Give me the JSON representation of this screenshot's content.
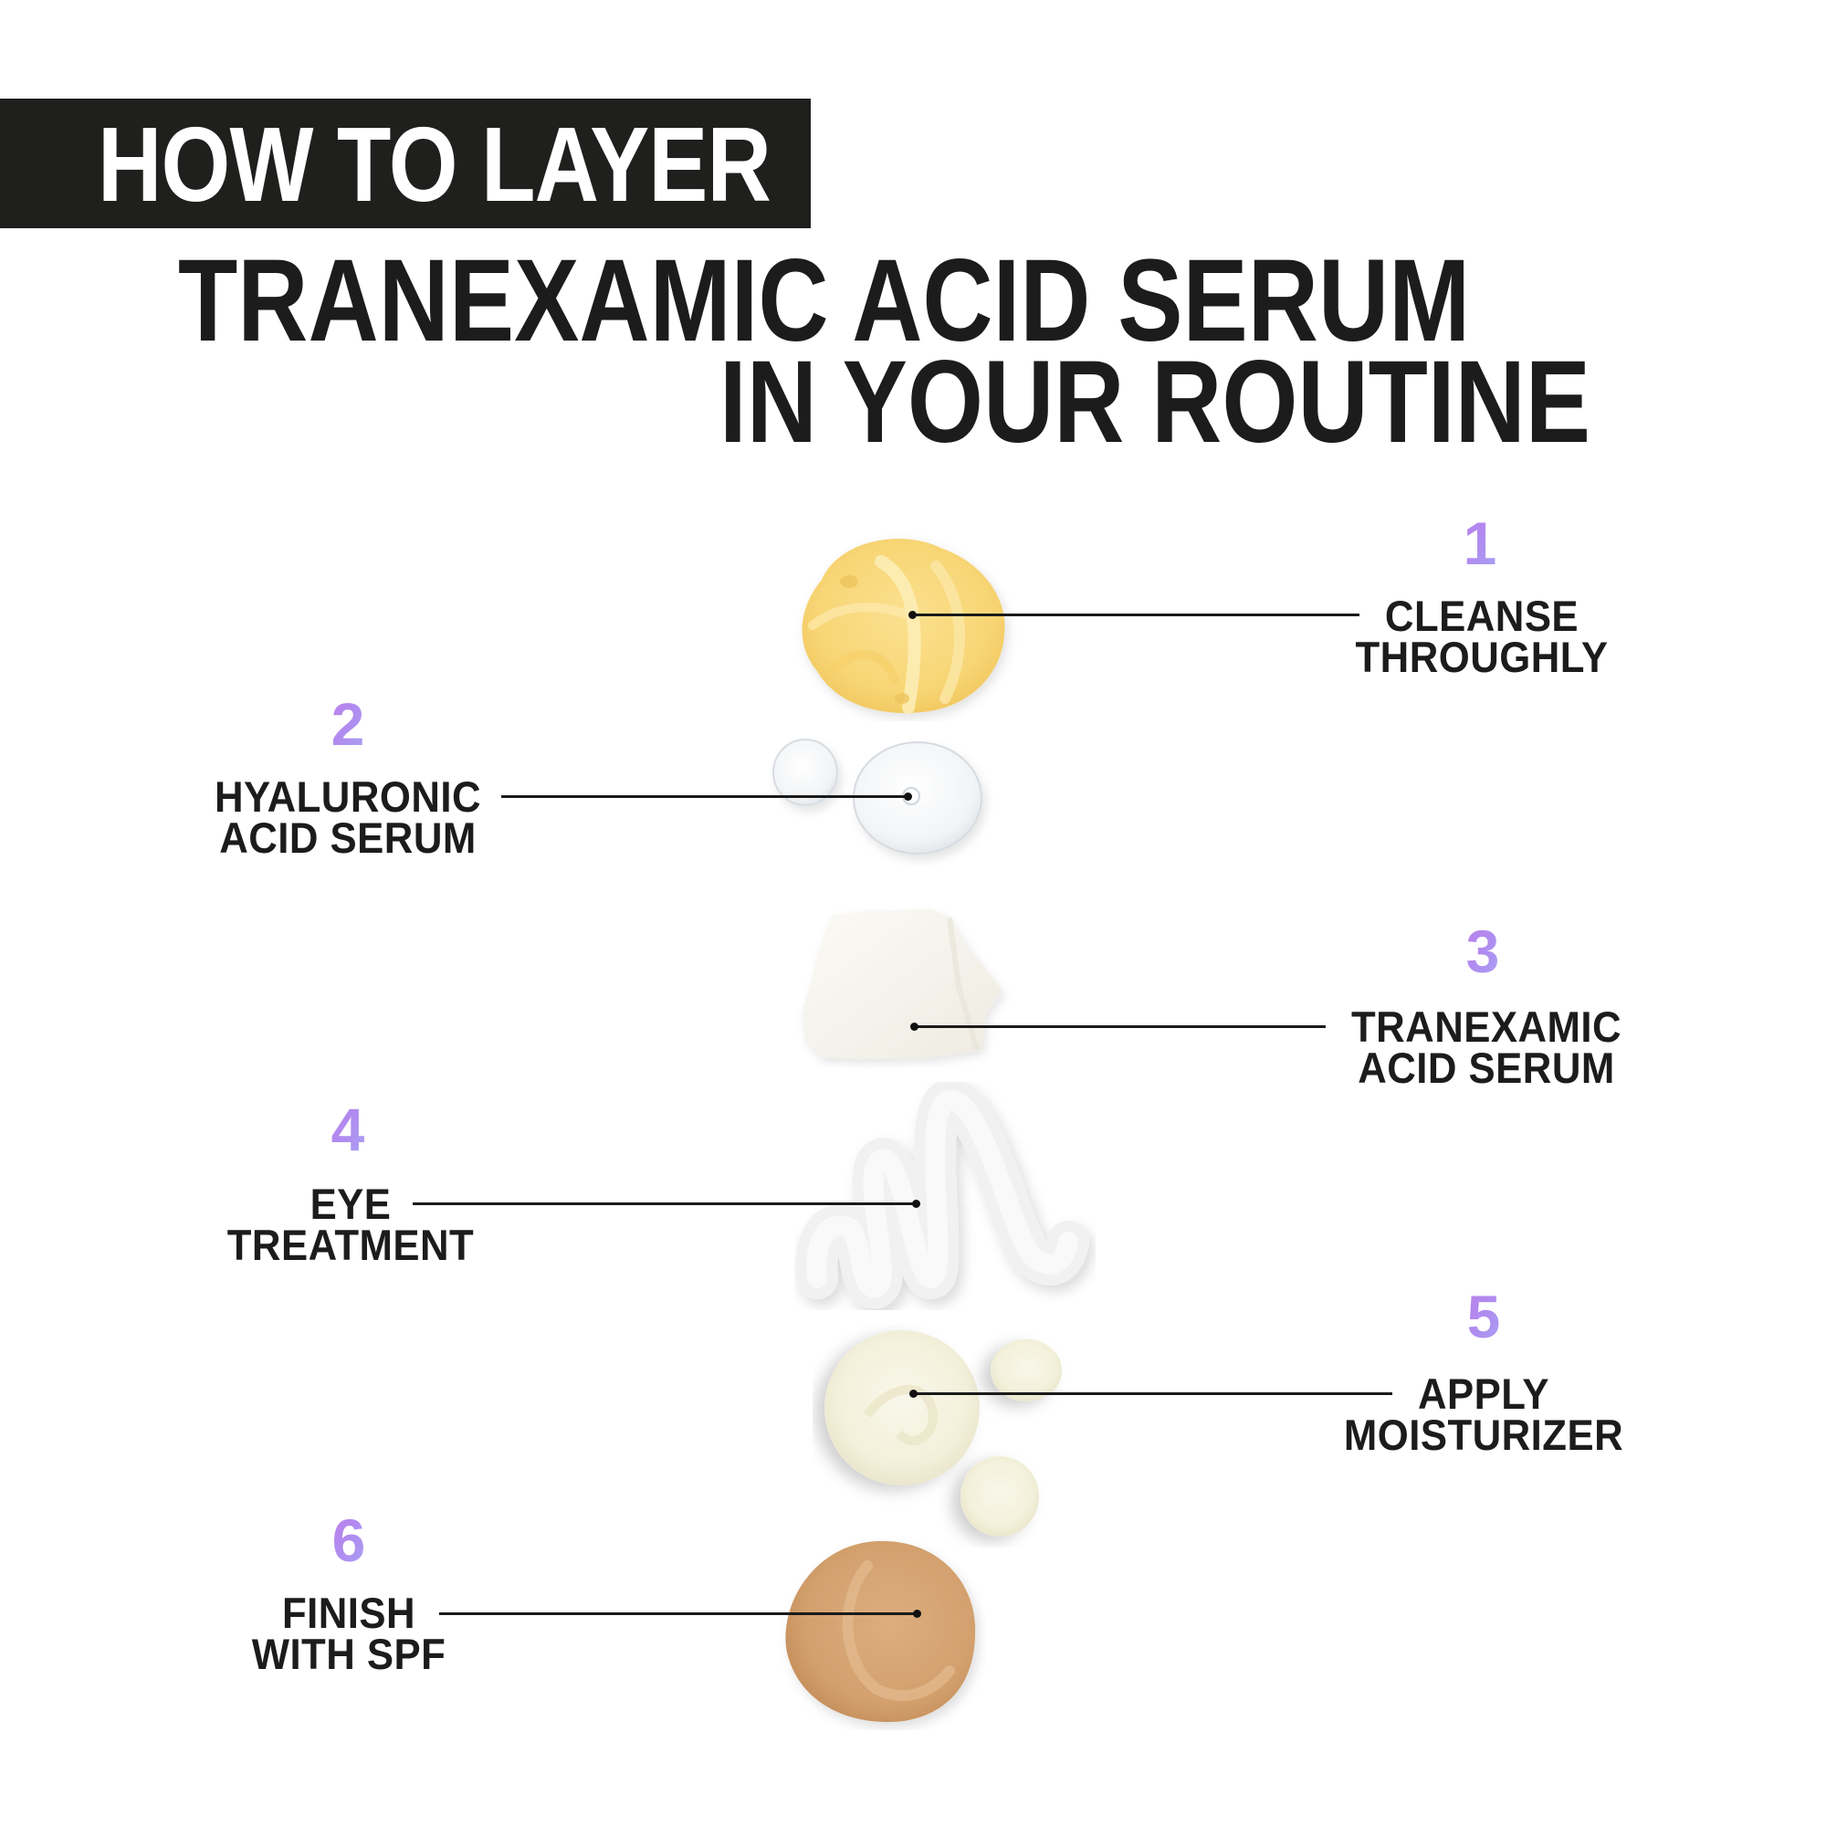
{
  "header": {
    "badge_text": "HOW TO LAYER",
    "headline_line1": "TRANEXAMIC ACID SERUM",
    "headline_line2": "IN YOUR ROUTINE"
  },
  "colors": {
    "badge_background": "#1f1f1d",
    "text": "#1c1c1c",
    "number_gradient_start": "#c874e6",
    "number_gradient_end": "#9fb8f7",
    "cleanser": "#f8d97e",
    "hyaluronic": "#eef1f4",
    "tranexamic": "#f3f1ea",
    "eye_treatment": "#f2f2f2",
    "moisturizer": "#f4f1de",
    "spf": "#d6a472"
  },
  "steps": [
    {
      "number": "1",
      "line1": "CLEANSE",
      "line2": "THROUGHLY",
      "side": "right",
      "product_icon": "cleanser-swirl"
    },
    {
      "number": "2",
      "line1": "HYALURONIC",
      "line2": "ACID SERUM",
      "side": "left",
      "product_icon": "serum-drops"
    },
    {
      "number": "3",
      "line1": "TRANEXAMIC",
      "line2": "ACID SERUM",
      "side": "right",
      "product_icon": "serum-smear"
    },
    {
      "number": "4",
      "line1": "EYE",
      "line2": "TREATMENT",
      "side": "left",
      "product_icon": "cream-zigzag"
    },
    {
      "number": "5",
      "line1": "APPLY",
      "line2": "MOISTURIZER",
      "side": "right",
      "product_icon": "moisturizer-dollops"
    },
    {
      "number": "6",
      "line1": "FINISH",
      "line2": "WITH SPF",
      "side": "left",
      "product_icon": "spf-smear"
    }
  ]
}
